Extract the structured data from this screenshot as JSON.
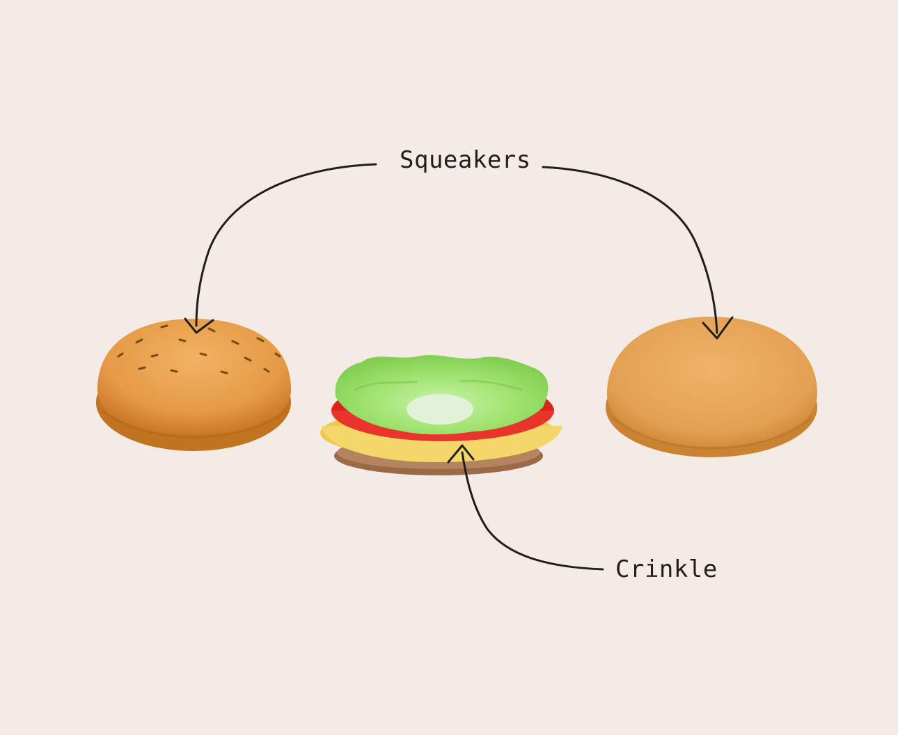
{
  "labels": {
    "squeakers": "Squeakers",
    "crinkle": "Crinkle"
  },
  "colors": {
    "background": "#f5ebe6",
    "bun": "#e8a04f",
    "bun_shadow": "#cf7f2e",
    "lettuce": "#9de36a",
    "tomato": "#e8342b",
    "cheese": "#f5d66a",
    "patty": "#9a6a48",
    "ink": "#1e1e1e"
  },
  "parts": [
    {
      "name": "top-bun",
      "feature": "Squeakers"
    },
    {
      "name": "fillings",
      "feature": "Crinkle"
    },
    {
      "name": "bottom-bun",
      "feature": "Squeakers"
    }
  ]
}
